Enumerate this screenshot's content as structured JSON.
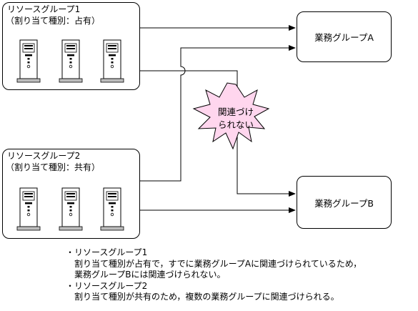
{
  "resource_groups": [
    {
      "title": "リソースグループ1",
      "subtitle": "（割り当て種別：占有）",
      "server_count": 3
    },
    {
      "title": "リソースグループ2",
      "subtitle": "（割り当て種別：共有）",
      "server_count": 3
    }
  ],
  "business_groups": [
    {
      "label": "業務グループA"
    },
    {
      "label": "業務グループB"
    }
  ],
  "burst": {
    "line1": "関連づけ",
    "line2": "られない"
  },
  "notes": [
    {
      "bullet": "・リソースグループ1",
      "lines": [
        "割り当て種別が占有で，すでに業務グループAに関連づけられているため，",
        "業務グループBには関連づけられない。"
      ]
    },
    {
      "bullet": "・リソースグループ2",
      "lines": [
        "割り当て種別が共有のため，複数の業務グループに関連づけられる。"
      ]
    }
  ],
  "colors": {
    "burst_fill": "#ffd6ee",
    "line": "#000000",
    "server_gray": "#bdbdbd"
  }
}
